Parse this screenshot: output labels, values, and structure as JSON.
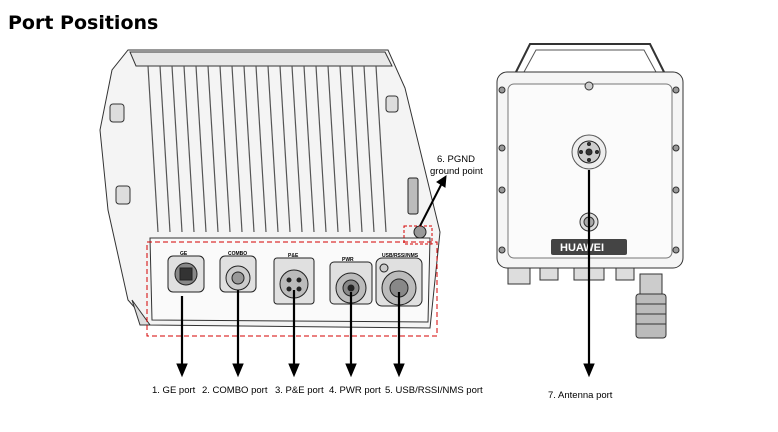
{
  "page": {
    "title": "Port Positions"
  },
  "left_unit": {
    "port_tags": {
      "ge": "GE",
      "combo": "COMBO",
      "pe": "P&E",
      "pwr": "PWR",
      "usb": "USB/RSSI/NMS"
    },
    "pgnd_label_line1": "6. PGND",
    "pgnd_label_line2": "ground point",
    "port_labels": {
      "ge": "1. GE port",
      "combo": "2. COMBO port",
      "pe": "3. P&E port",
      "pwr": "4. PWR port",
      "usb": "5. USB/RSSI/NMS port"
    }
  },
  "right_unit": {
    "brand": "HUAWEI",
    "antenna_label": "7. Antenna port"
  }
}
